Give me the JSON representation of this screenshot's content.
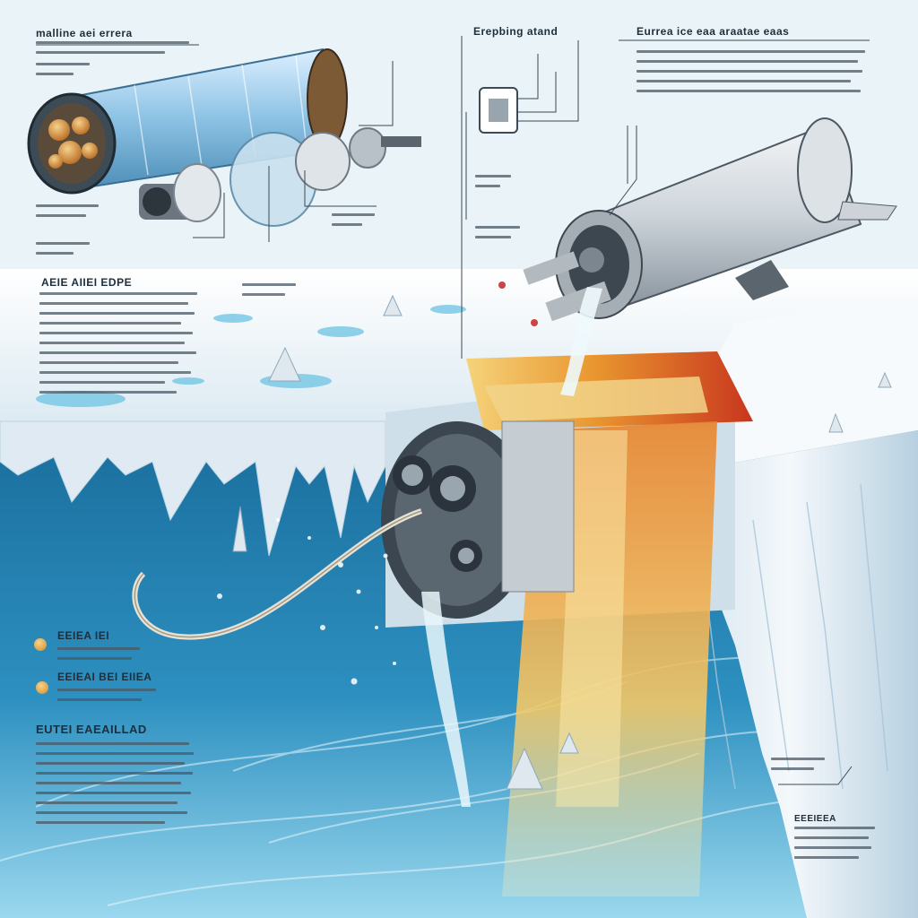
{
  "colors": {
    "background": "#e9f3f8",
    "ocean_deep": "#1b78a8",
    "ocean_light": "#6cc3e3",
    "ice": "#f4f8fb",
    "ice_shadow": "#b9d4e4",
    "probe_body": "#d7dde2",
    "heat_orange": "#e8822a",
    "heat_red": "#c8361e",
    "heat_yellow": "#f3cf6a"
  },
  "labels": {
    "title_left": "malline aei errera",
    "title_center": "Erepbing atand",
    "title_right": "Eurrea ice eaa araatae eaas",
    "section_mid_left": "AEIE AIIEI EDPE",
    "bullet_1": "EEIEA IEI",
    "bullet_2": "EEIEAI BEI EIIEA",
    "section_bottom_left": "EUTEI EAEAILLAD",
    "section_bottom_right": "EEEIEEA"
  },
  "icons": {
    "capsule": "cylinder-capsule-icon",
    "probe": "cryobot-probe-icon",
    "bullet": "orange-dot-icon"
  }
}
